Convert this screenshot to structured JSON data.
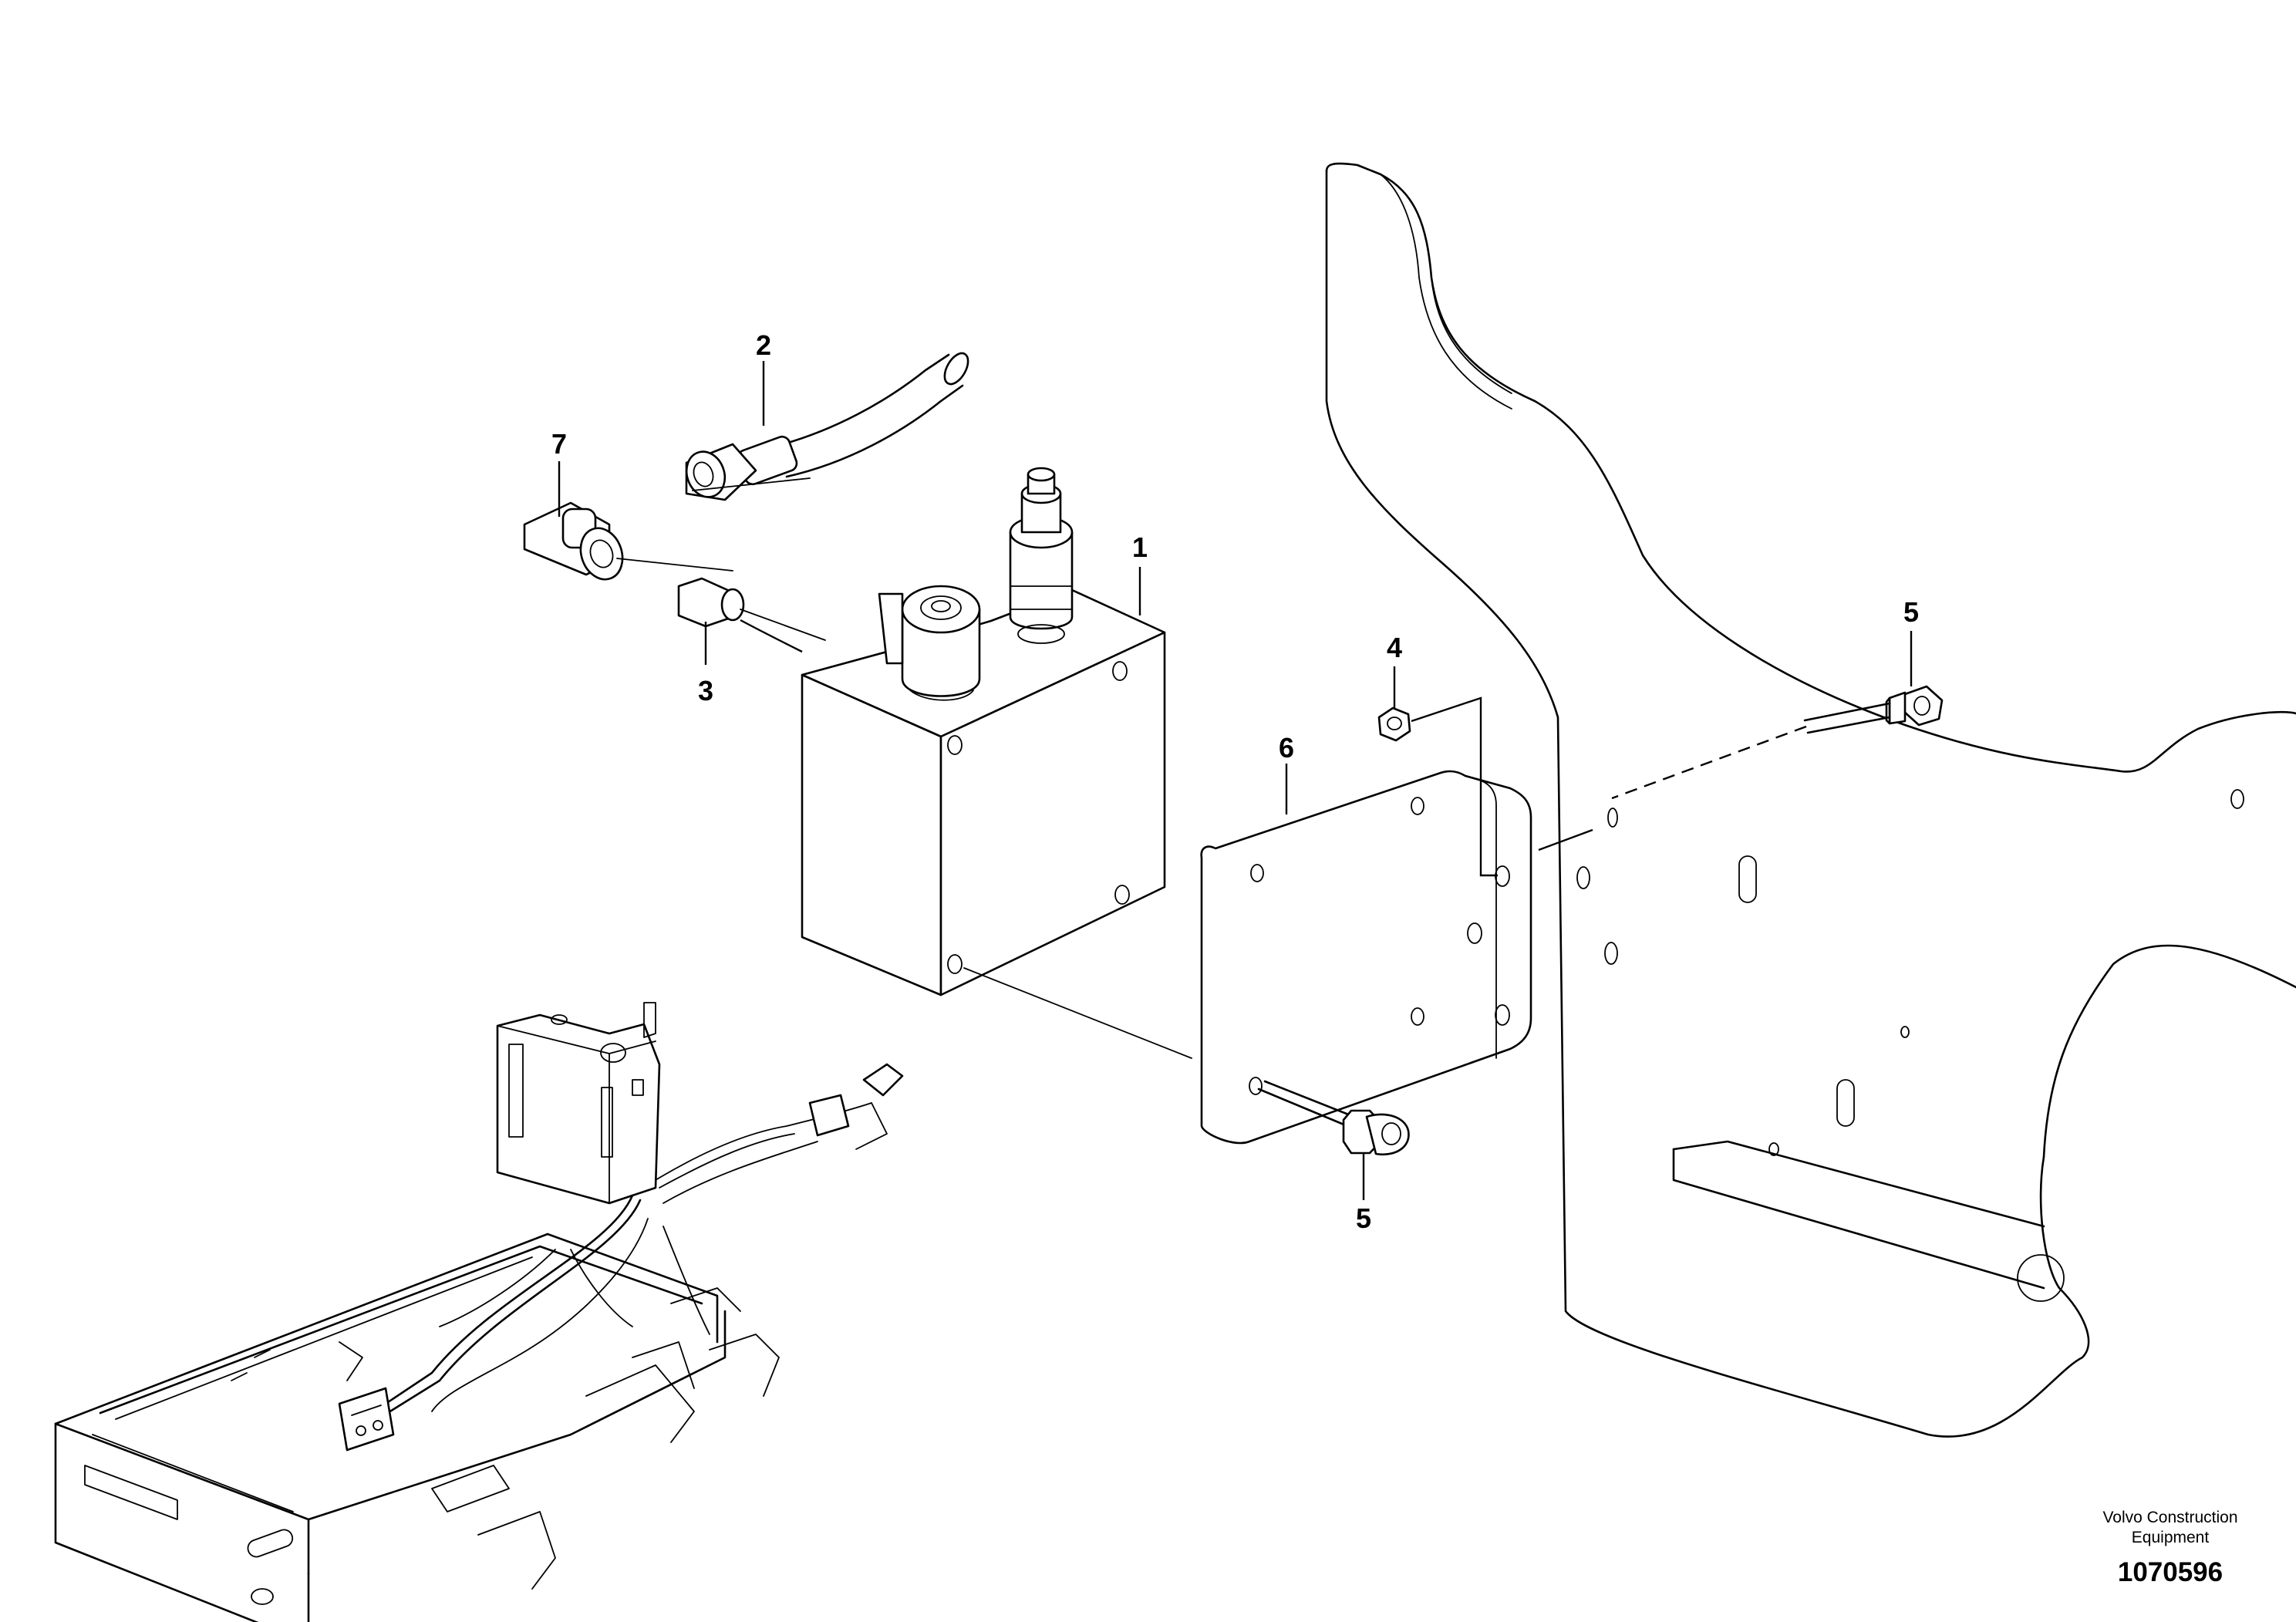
{
  "callouts": {
    "c1": "1",
    "c2": "2",
    "c3": "3",
    "c4": "4",
    "c5a": "5",
    "c5b": "5",
    "c6": "6",
    "c7": "7"
  },
  "footer": {
    "brand_line1": "Volvo Construction",
    "brand_line2": "Equipment",
    "doc_number": "1070596"
  }
}
